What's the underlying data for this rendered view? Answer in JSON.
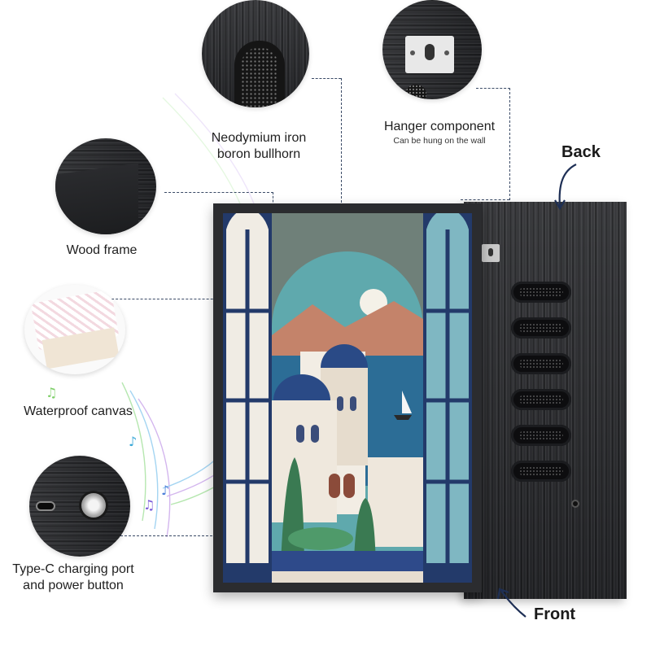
{
  "callouts": {
    "bullhorn": {
      "label_line1": "Neodymium iron",
      "label_line2": "boron bullhorn"
    },
    "hanger": {
      "label": "Hanger component",
      "sublabel": "Can be hung on the wall"
    },
    "wood_frame": {
      "label": "Wood frame"
    },
    "canvas": {
      "label": "Waterproof canvas"
    },
    "charging": {
      "label_line1": "Type-C charging port",
      "label_line2": "and power button"
    }
  },
  "views": {
    "back": "Back",
    "front": "Front"
  },
  "icons": [
    "speaker-grill-icon",
    "hanger-hole-icon",
    "usb-c-port-icon",
    "power-button-icon",
    "music-note-icon",
    "arrow-icon"
  ],
  "colors": {
    "frame": "#2b2c2f",
    "dash": "#3a4a66",
    "sea": "#2c6d96",
    "sky": "#5fa9ad",
    "dome": "#2a4a86"
  }
}
